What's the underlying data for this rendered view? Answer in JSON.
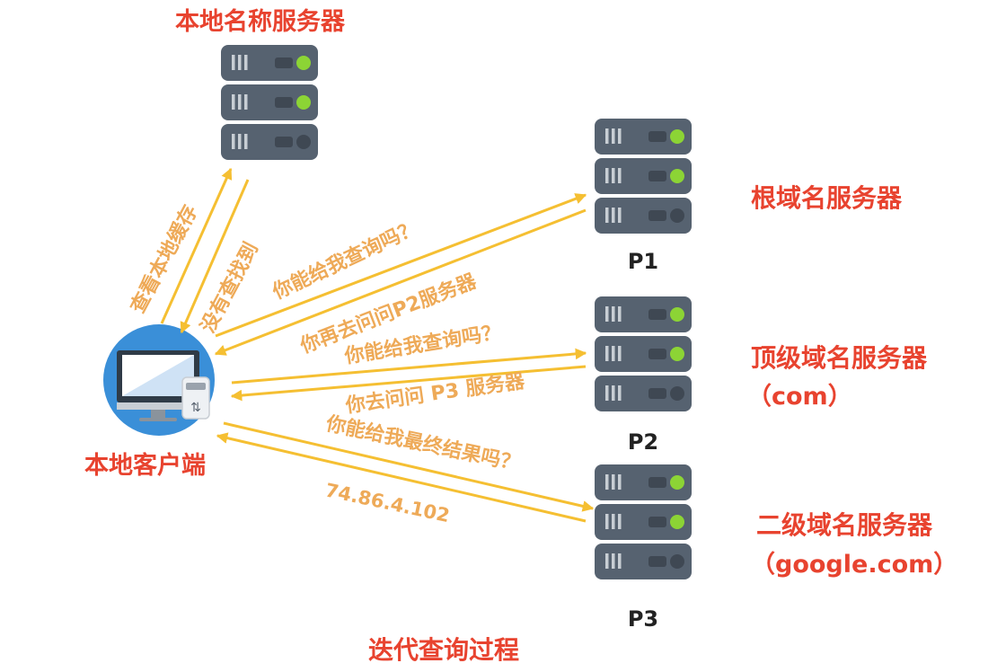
{
  "local_name_server": {
    "label": "本地名称服务器"
  },
  "client": {
    "label": "本地客户端"
  },
  "servers": [
    {
      "id": "P1",
      "role": "根域名服务器",
      "sub": ""
    },
    {
      "id": "P2",
      "role": "顶级域名服务器",
      "sub": "（com）"
    },
    {
      "id": "P3",
      "role": "二级域名服务器",
      "sub": "（google.com）"
    }
  ],
  "messages": {
    "check_cache": "查看本地缓存",
    "not_found": "没有查找到",
    "ask_p1": "你能给我查询吗？",
    "reply_p1": "你再去问问P2服务器",
    "ask_p2": "你能给我查询吗？",
    "reply_p2": "你去问问 P3 服务器",
    "ask_p3": "你能给我最终结果吗？",
    "reply_p3": "74.86.4.102"
  },
  "caption": "迭代查询过程",
  "colors": {
    "label_red": "#e8432f",
    "arrow": "#f5bf32",
    "message_text": "#eeaa58",
    "server_body": "#5a6470",
    "server_led": "#8cd435",
    "monitor_circle": "#3a8fd8"
  }
}
